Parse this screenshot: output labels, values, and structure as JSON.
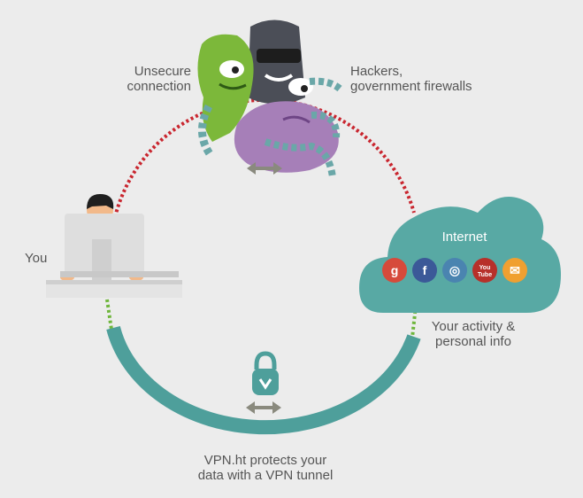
{
  "labels": {
    "unsecure": "Unsecure\nconnection",
    "hackers": "Hackers,\ngovernment firewalls",
    "you": "You",
    "internet": "Internet",
    "activity": "Your activity &\npersonal info",
    "vpn": "VPN.ht protects your\ndata with a VPN tunnel"
  },
  "services": [
    {
      "name": "google-icon",
      "glyph": "g",
      "color": "#d64a3b"
    },
    {
      "name": "facebook-icon",
      "glyph": "f",
      "color": "#3b5998"
    },
    {
      "name": "instagram-icon",
      "glyph": "◎",
      "color": "#4a84b0"
    },
    {
      "name": "youtube-icon",
      "glyph": "You\nTube",
      "color": "#b7302a"
    },
    {
      "name": "email-icon",
      "glyph": "✉",
      "color": "#f0a030"
    }
  ],
  "colors": {
    "background": "#ececec",
    "tunnel": "#4e9f9b",
    "insecure_dots": "#c9262f",
    "secure_dots": "#6fb63c",
    "cloud": "#58a9a4",
    "arrow": "#8a8a7e",
    "lock": "#4e9f9b"
  }
}
